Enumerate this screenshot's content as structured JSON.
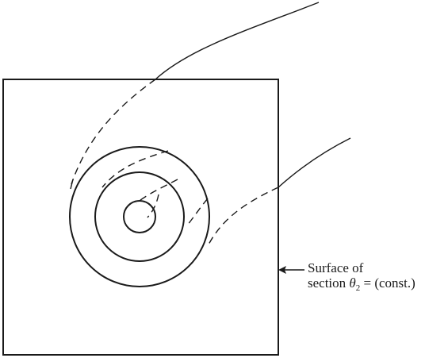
{
  "annotation": {
    "line1": "Surface of",
    "line2_prefix": "section ",
    "symbol": "θ",
    "subscript": "2",
    "line2_suffix": " = (const.)"
  }
}
